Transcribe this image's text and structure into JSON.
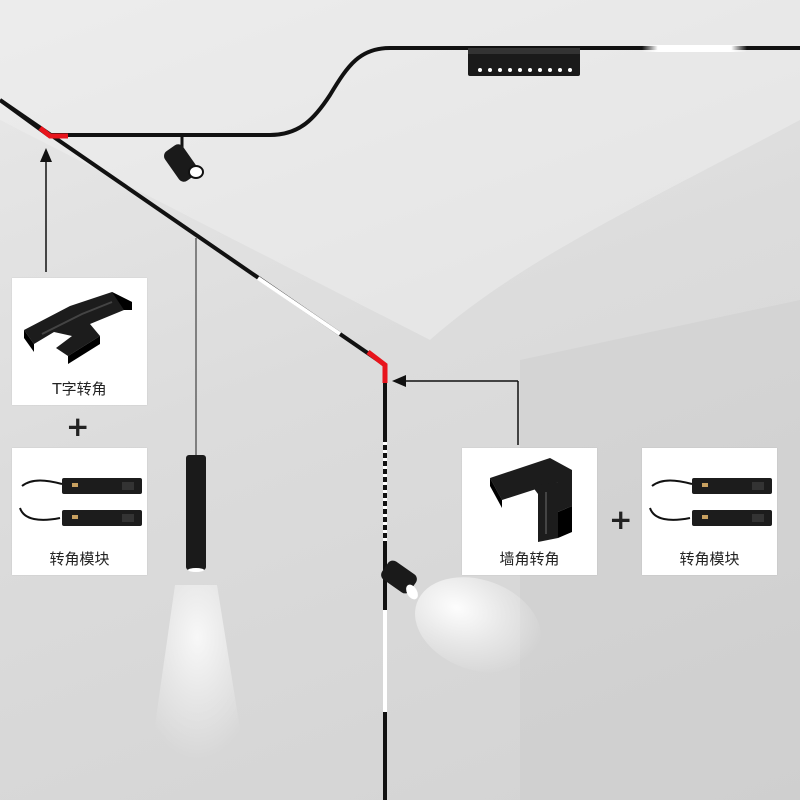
{
  "parts": {
    "t_corner": "T字转角",
    "corner_module_left": "转角模块",
    "wall_corner": "墙角转角",
    "corner_module_right": "转角模块"
  },
  "plus_sign": "+",
  "colors": {
    "track": "#111111",
    "connector": "#e8141c",
    "card_bg": "#ffffff",
    "light_glow": "#ffffff"
  }
}
